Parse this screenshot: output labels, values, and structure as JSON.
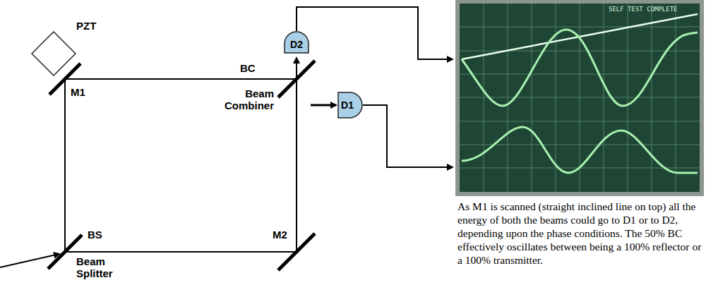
{
  "diagram": {
    "caption": "As M1 is scanned (straight inclined line on top) all the energy of both the beams could go to D1 or to D2, depending upon the phase conditions. The 50% BC effectively oscillates between being a 100% reflector or a 100% transmitter.",
    "nodes": [
      {
        "text": [
          "PZT"
        ]
      },
      {
        "text": [
          "D2"
        ]
      },
      {
        "text": [
          "D1"
        ]
      }
    ],
    "labels": [
      "M1",
      "BC",
      "Beam Combiner",
      "BS",
      "Beam Splitter",
      "M2",
      "SELF TEST COMPLETE"
    ]
  }
}
